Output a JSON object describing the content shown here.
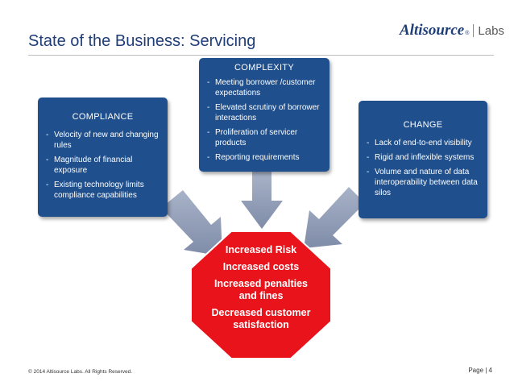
{
  "header": {
    "title": "State of the Business: Servicing",
    "logo_name": "Altisource",
    "logo_reg": "®",
    "logo_labs": "Labs"
  },
  "compliance": {
    "title": "COMPLIANCE",
    "items": [
      "Velocity of new and changing rules",
      "Magnitude of financial exposure",
      "Existing technology limits compliance capabilities"
    ]
  },
  "complexity": {
    "title": "COMPLEXITY",
    "items": [
      "Meeting borrower /customer expectations",
      "Elevated scrutiny of borrower interactions",
      "Proliferation of servicer products",
      "Reporting requirements"
    ]
  },
  "change": {
    "title": "CHANGE",
    "items": [
      "Lack of end-to-end visibility",
      "Rigid and inflexible systems",
      "Volume and nature of data interoperability between data silos"
    ]
  },
  "outcome": {
    "lines": [
      "Increased Risk",
      "Increased costs",
      "Increased penalties and fines",
      "Decreased customer satisfaction"
    ]
  },
  "footer": {
    "copyright": "© 2014 Altisource Labs. All Rights Reserved.",
    "page": "Page | 4"
  },
  "colors": {
    "title_blue": "#1f3e78",
    "box_blue": "#1f4f8c",
    "octagon_red": "#e8131b",
    "arrow_gray": "#8e9bb4"
  },
  "icons": {
    "arrow": "arrow-icon",
    "octagon": "stop-octagon"
  }
}
